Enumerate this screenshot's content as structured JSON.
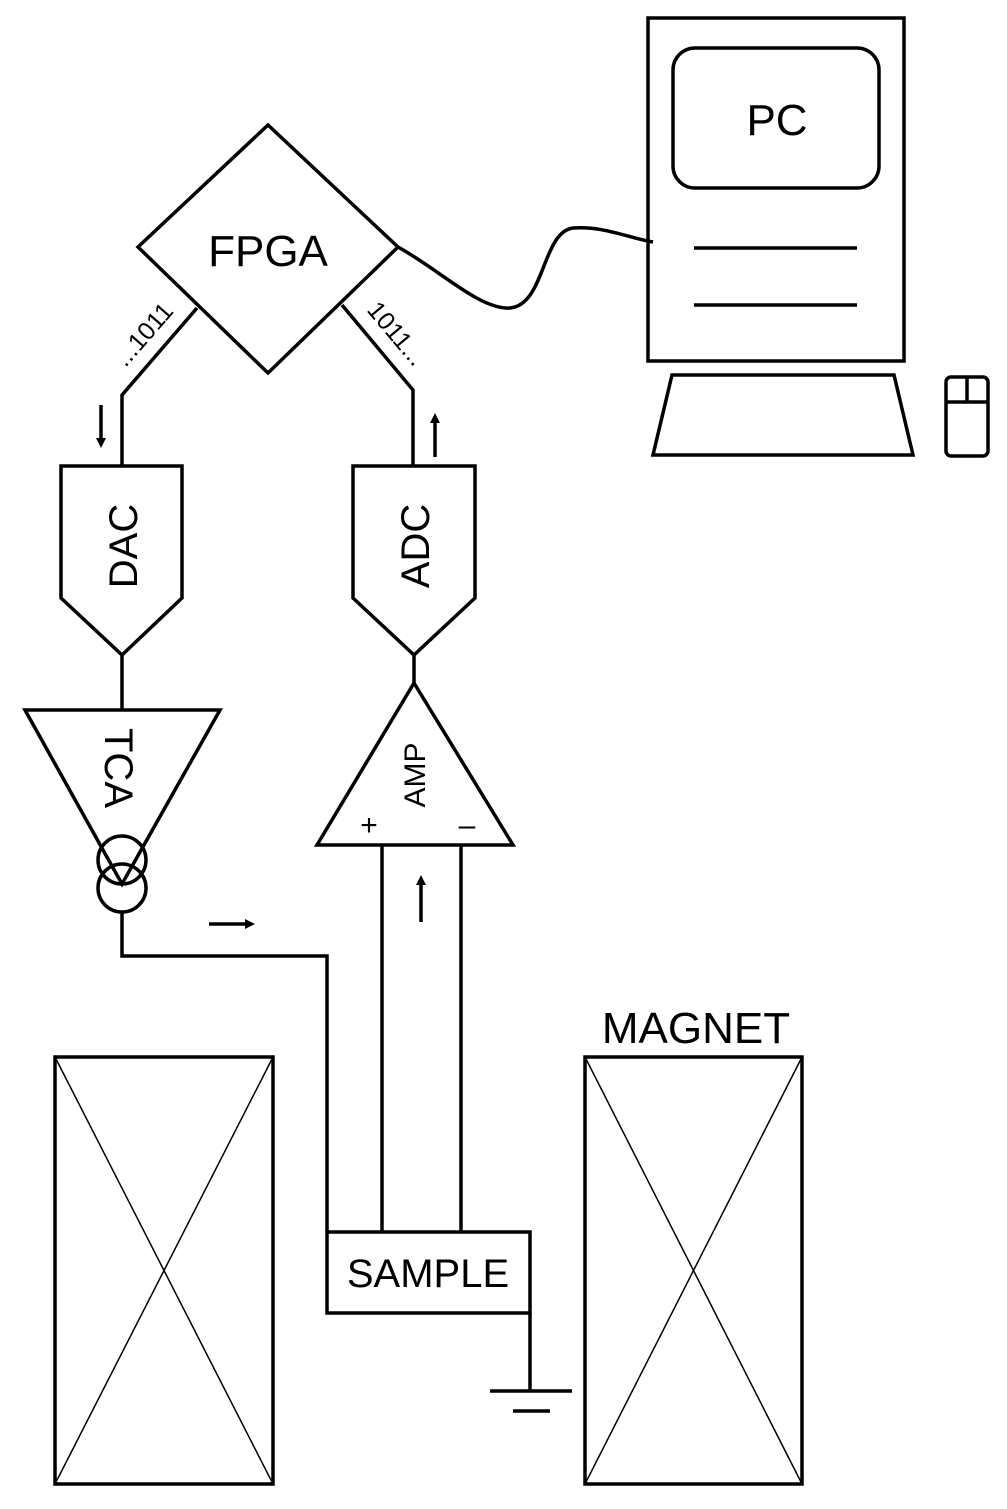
{
  "labels": {
    "fpga": "FPGA",
    "pc": "PC",
    "dac": "DAC",
    "adc": "ADC",
    "tca": "TCA",
    "amp": "AMP",
    "amp_plus": "+",
    "amp_minus": "–",
    "sample": "SAMPLE",
    "magnet": "MAGNET",
    "bits_left": "...1011",
    "bits_right": "1011..."
  }
}
